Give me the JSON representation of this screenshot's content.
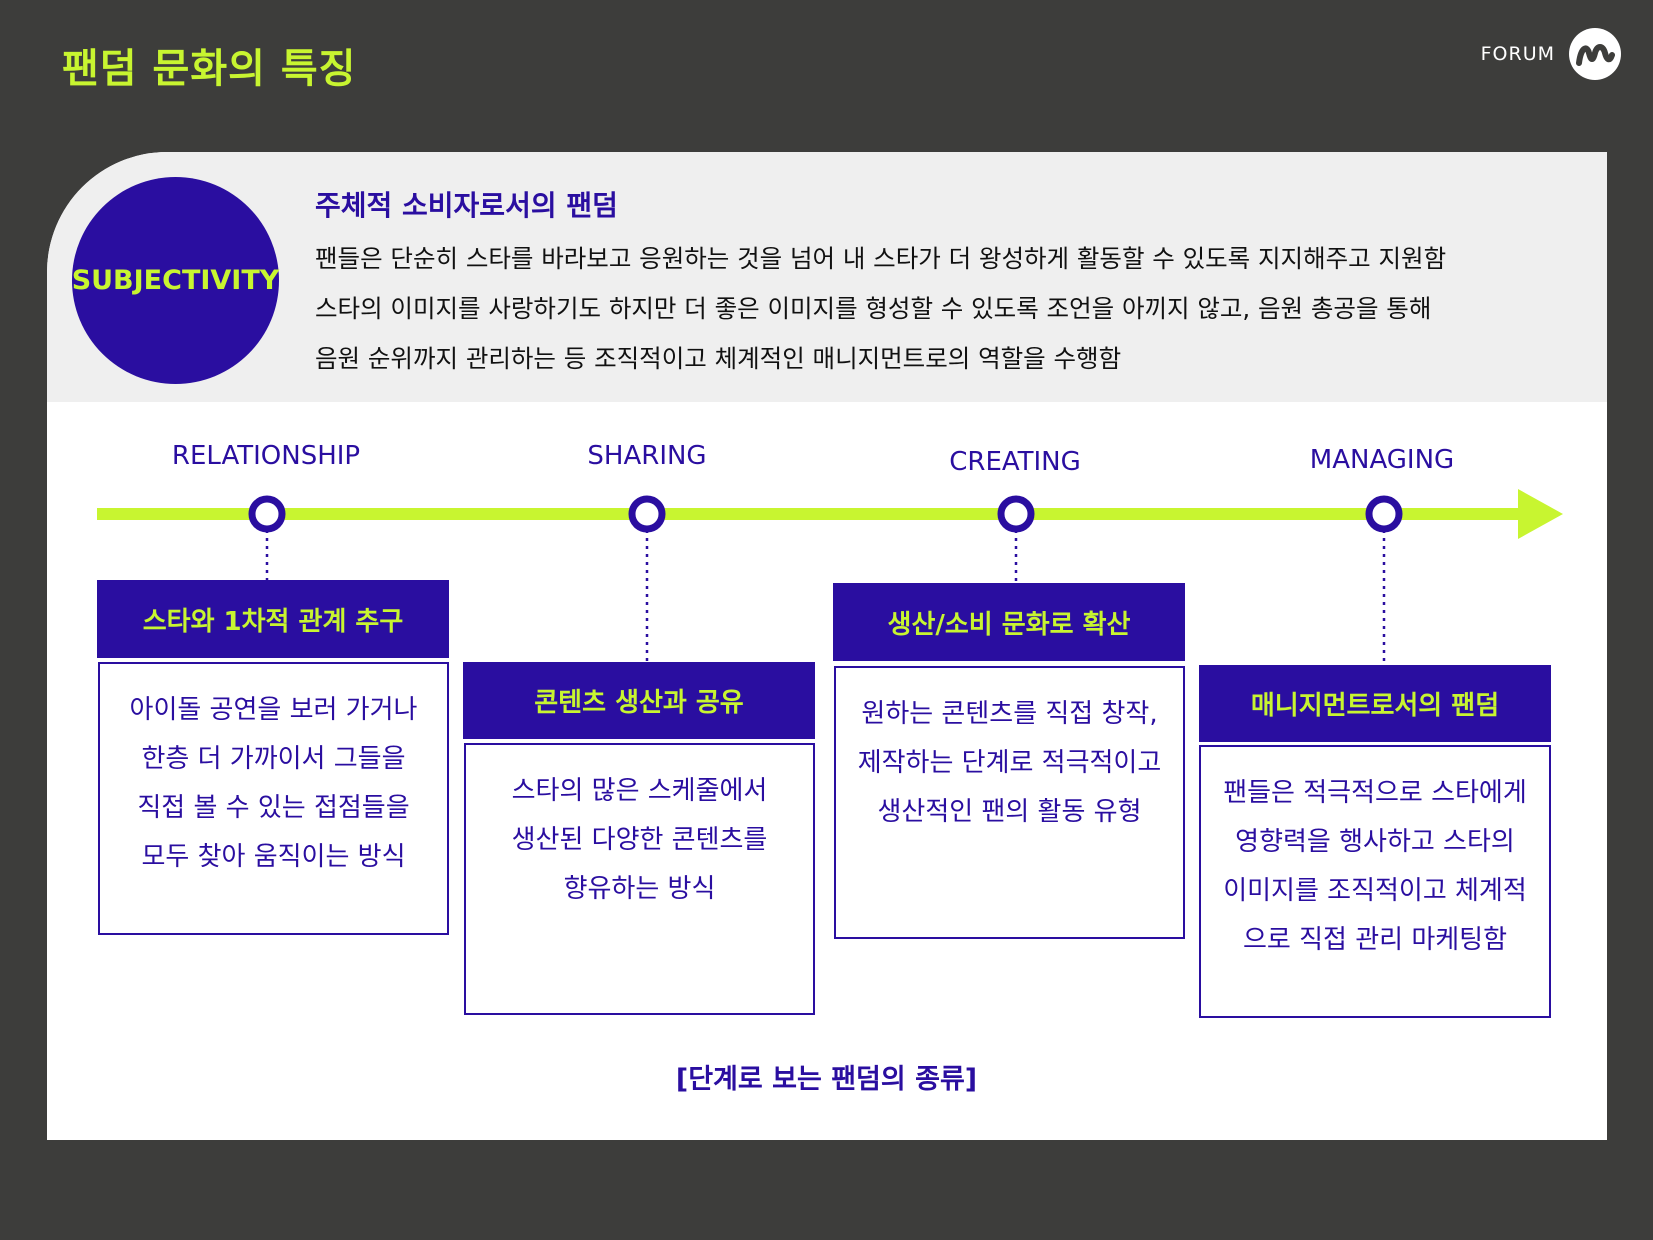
{
  "header": {
    "title": "팬덤 문화의 특징",
    "brand_text": "FORUM",
    "brand_icon": "m-wave-icon"
  },
  "subjectivity": {
    "badge": "SUBJECTIVITY",
    "title": "주체적 소비자로서의 팬덤",
    "lines": [
      "팬들은 단순히 스타를 바라보고 응원하는 것을 넘어 내 스타가 더 왕성하게 활동할 수 있도록 지지해주고 지원함",
      "스타의 이미지를 사랑하기도 하지만 더 좋은 이미지를 형성할 수 있도록 조언을 아끼지 않고, 음원 총공을 통해",
      "음원 순위까지 관리하는 등 조직적이고 체계적인 매니지먼트로의 역할을 수행함"
    ]
  },
  "stages": [
    {
      "label": "RELATIONSHIP",
      "heading": "스타와 1차적 관계 추구",
      "lines": [
        "아이돌 공연을 보러 가거나",
        "한층 더 가까이서 그들을",
        "직접 볼 수 있는 접점들을",
        "모두 찾아 움직이는 방식"
      ]
    },
    {
      "label": "SHARING",
      "heading": "콘텐츠 생산과 공유",
      "lines": [
        "스타의 많은 스케줄에서",
        "생산된 다양한 콘텐츠를",
        "향유하는 방식"
      ]
    },
    {
      "label": "CREATING",
      "heading": "생산/소비 문화로 확산",
      "lines": [
        "원하는 콘텐츠를 직접 창작,",
        "제작하는 단계로 적극적이고",
        "생산적인 팬의 활동 유형"
      ]
    },
    {
      "label": "MANAGING",
      "heading": "매니지먼트로서의 팬덤",
      "lines": [
        "팬들은 적극적으로 스타에게",
        "영향력을 행사하고 스타의",
        "이미지를 조직적이고 체계적",
        "으로 직접 관리 마케팅함"
      ]
    }
  ],
  "caption": "[단계로 보는 팬덤의 종류]",
  "colors": {
    "background": "#3d3d3b",
    "accent_lime": "#c8f530",
    "primary_indigo": "#2a0ea0",
    "panel_gray": "#efefef"
  }
}
